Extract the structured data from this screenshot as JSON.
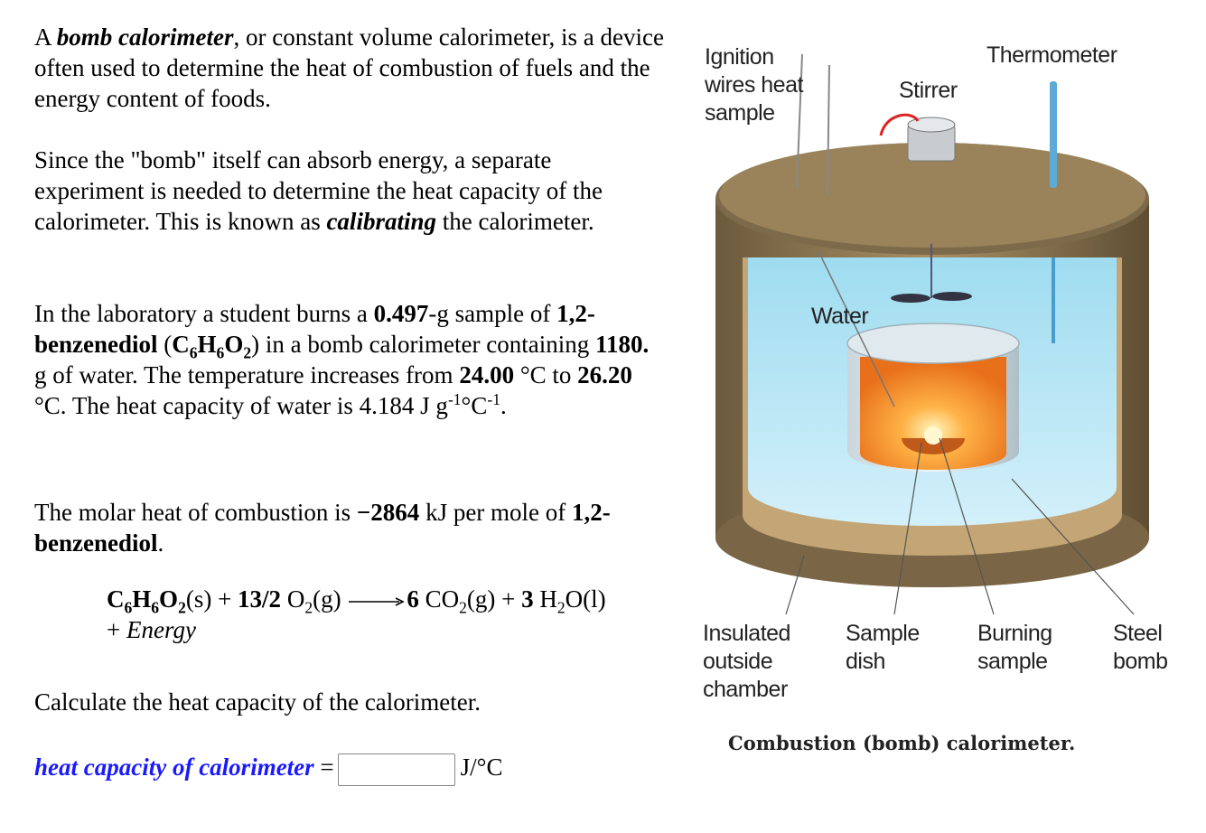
{
  "intro": {
    "term": "bomb calorimeter",
    "rest": "or constant volume calorimeter, is a device often used to determine the heat of combustion of fuels and the energy content of foods."
  },
  "calibration": {
    "text_before": "Since the \"bomb\" itself can absorb energy, a separate experiment is needed to determine the heat capacity of the calorimeter. This is known as",
    "term": "calibrating",
    "text_after": "the calorimeter."
  },
  "problem": {
    "mass": "0.497",
    "compound": "1,2-benzenediol",
    "water_mass": "1180.",
    "t_initial": "24.00",
    "t_final": "26.20",
    "water_heat_capacity": "4.184"
  },
  "molar_heat": {
    "value": "−2864",
    "compound": "1,2-benzenediol"
  },
  "equation": {
    "coef_o2": "13/2",
    "coef_co2": "6",
    "coef_h2o": "3",
    "energy": "Energy"
  },
  "question": "Calculate the heat capacity of the calorimeter.",
  "answer": {
    "label": "heat capacity of calorimeter",
    "unit": "J/°C",
    "value": ""
  },
  "figure": {
    "labels": {
      "ignition": "Ignition wires heat sample",
      "stirrer": "Stirrer",
      "thermometer": "Thermometer",
      "water": "Water",
      "insulated": "Insulated outside chamber",
      "sample_dish": "Sample dish",
      "burning_sample": "Burning sample",
      "steel_bomb": "Steel bomb"
    },
    "caption": "Combustion (bomb) calorimeter."
  }
}
